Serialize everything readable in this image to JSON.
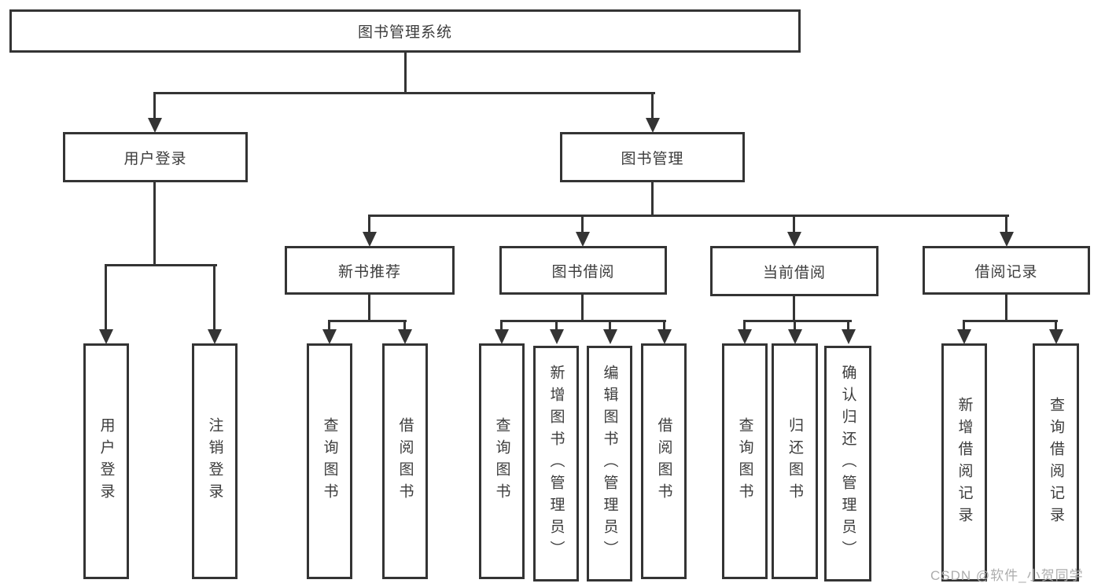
{
  "diagram": {
    "root": "图书管理系统",
    "level2": {
      "user_login": "用户登录",
      "book_management": "图书管理"
    },
    "level3": {
      "new_book_recommend": "新书推荐",
      "book_borrowing": "图书借阅",
      "current_borrowing": "当前借阅",
      "borrowing_records": "借阅记录"
    },
    "leaves": {
      "user_login": "用户登录",
      "logout": "注销登录",
      "recommend_query_books": "查询图书",
      "recommend_borrow_books": "借阅图书",
      "borrow_query_books": "查询图书",
      "borrow_add_books": "新增图书（管理员）",
      "borrow_edit_books": "编辑图书（管理员）",
      "borrow_borrow_books": "借阅图书",
      "current_query_books": "查询图书",
      "current_return_books": "归还图书",
      "current_confirm_return": "确认归还（管理员）",
      "records_add_record": "新增借阅记录",
      "records_query_record": "查询借阅记录"
    }
  },
  "colors": {
    "line": "#343434",
    "text": "#3c3c3c",
    "background": "#ffffff",
    "watermark": "#adadad"
  },
  "watermark": "CSDN @软件_小贺同学"
}
